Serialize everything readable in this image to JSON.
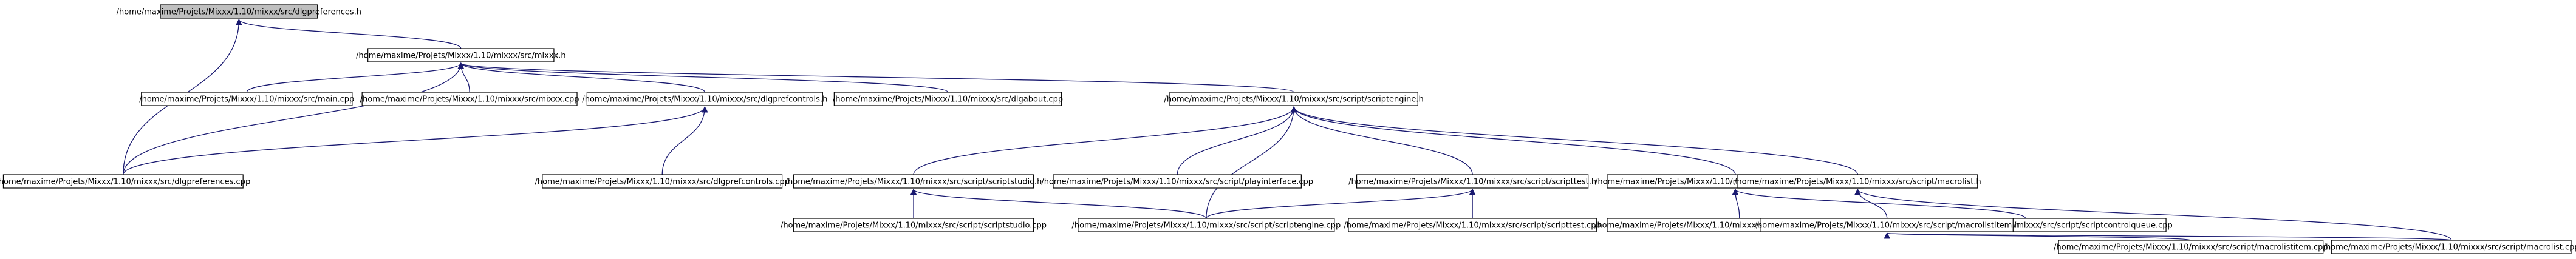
{
  "nodes": {
    "root": "/home/maxime/Projets/Mixxx/1.10/mixxx/src/dlgpreferences.h",
    "mixxx_h": "/home/maxime/Projets/Mixxx/1.10/mixxx/src/mixxx.h",
    "dlgpref_cpp": "/home/maxime/Projets/Mixxx/1.10/mixxx/src/dlgpreferences.cpp",
    "main_cpp": "/home/maxime/Projets/Mixxx/1.10/mixxx/src/main.cpp",
    "mixxx_cpp": "/home/maxime/Projets/Mixxx/1.10/mixxx/src/mixxx.cpp",
    "dlgprefctl_h": "/home/maxime/Projets/Mixxx/1.10/mixxx/src/dlgprefcontrols.h",
    "dlgabout_cpp": "/home/maxime/Projets/Mixxx/1.10/mixxx/src/dlgabout.cpp",
    "se_h": "/home/maxime/Projets/Mixxx/1.10/mixxx/src/script/scriptengine.h",
    "dlgprefctl_cpp": "/home/maxime/Projets/Mixxx/1.10/mixxx/src/dlgprefcontrols.cpp",
    "studio_h": "/home/maxime/Projets/Mixxx/1.10/mixxx/src/script/scriptstudio.h",
    "play_cpp": "/home/maxime/Projets/Mixxx/1.10/mixxx/src/script/playinterface.cpp",
    "test_h": "/home/maxime/Projets/Mixxx/1.10/mixxx/src/script/scripttest.h",
    "tce_h": "/home/maxime/Projets/Mixxx/1.10/mixxx/src/script/trackcontrolevent.h",
    "macrolist_h": "/home/maxime/Projets/Mixxx/1.10/mixxx/src/script/macrolist.h",
    "studio_cpp": "/home/maxime/Projets/Mixxx/1.10/mixxx/src/script/scriptstudio.cpp",
    "se_cpp": "/home/maxime/Projets/Mixxx/1.10/mixxx/src/script/scriptengine.cpp",
    "test_cpp": "/home/maxime/Projets/Mixxx/1.10/mixxx/src/script/scripttest.cpp",
    "tce_cpp": "/home/maxime/Projets/Mixxx/1.10/mixxx/src/script/trackcontrolevent.cpp",
    "queue_cpp": "/home/maxime/Projets/Mixxx/1.10/mixxx/src/script/scriptcontrolqueue.cpp",
    "mli_h": "/home/maxime/Projets/Mixxx/1.10/mixxx/src/script/macrolistitem.h",
    "mli_cpp": "/home/maxime/Projets/Mixxx/1.10/mixxx/src/script/macrolistitem.cpp",
    "ml_cpp": "/home/maxime/Projets/Mixxx/1.10/mixxx/src/script/macrolist.cpp"
  },
  "edges": [
    [
      "mixxx_h",
      "root"
    ],
    [
      "dlgpref_cpp",
      "root"
    ],
    [
      "main_cpp",
      "mixxx_h"
    ],
    [
      "mixxx_cpp",
      "mixxx_h"
    ],
    [
      "dlgprefctl_h",
      "mixxx_h"
    ],
    [
      "dlgabout_cpp",
      "mixxx_h"
    ],
    [
      "se_h",
      "mixxx_h"
    ],
    [
      "dlgpref_cpp",
      "mixxx_h"
    ],
    [
      "dlgpref_cpp",
      "dlgprefctl_h"
    ],
    [
      "dlgprefctl_cpp",
      "dlgprefctl_h"
    ],
    [
      "studio_h",
      "se_h"
    ],
    [
      "play_cpp",
      "se_h"
    ],
    [
      "test_h",
      "se_h"
    ],
    [
      "tce_h",
      "se_h"
    ],
    [
      "macrolist_h",
      "se_h"
    ],
    [
      "se_cpp",
      "se_h"
    ],
    [
      "studio_cpp",
      "studio_h"
    ],
    [
      "se_cpp",
      "studio_h"
    ],
    [
      "se_cpp",
      "test_h"
    ],
    [
      "test_cpp",
      "test_h"
    ],
    [
      "tce_cpp",
      "tce_h"
    ],
    [
      "queue_cpp",
      "tce_h"
    ],
    [
      "mli_h",
      "macrolist_h"
    ],
    [
      "ml_cpp",
      "macrolist_h"
    ],
    [
      "mli_cpp",
      "mli_h"
    ],
    [
      "ml_cpp",
      "mli_h"
    ]
  ]
}
